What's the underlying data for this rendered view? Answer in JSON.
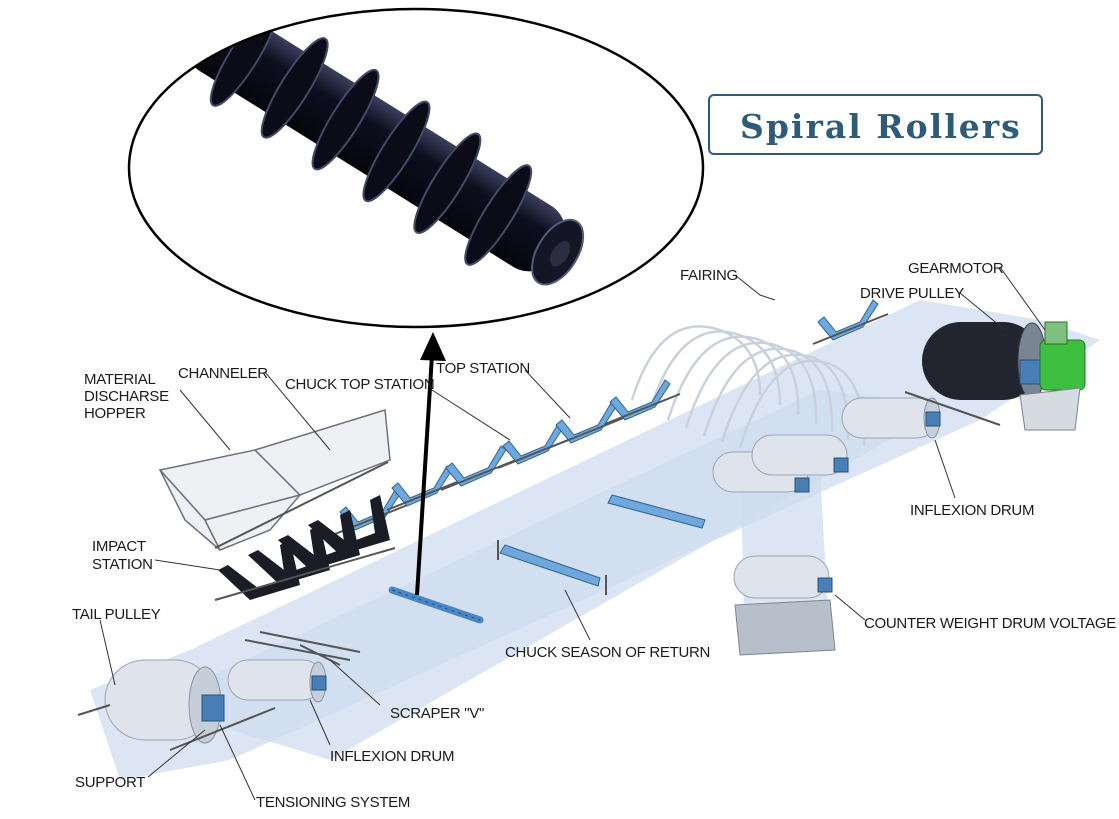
{
  "title": "Spiral Rollers",
  "labels": {
    "material_discharge_hopper": [
      "MATERIAL",
      "DISCHARSE",
      "HOPPER"
    ],
    "channeler": "CHANNELER",
    "chuck_top_station": "CHUCK TOP STATION",
    "top_station": "TOP STATION",
    "fairing": "FAIRING",
    "gearmotor": "GEARMOTOR",
    "drive_pulley": "DRIVE PULLEY",
    "inflexion_drum_right": "INFLEXION DRUM",
    "impact_station": [
      "IMPACT",
      "STATION"
    ],
    "tail_pulley": "TAIL PULLEY",
    "chuck_season_of_return": "CHUCK SEASON OF RETURN",
    "counter_weight_drum": "COUNTER WEIGHT DRUM VOLTAGE",
    "scraper_v": "SCRAPER \"V\"",
    "inflexion_drum_left": "INFLEXION DRUM",
    "support": "SUPPORT",
    "tensioning_system": "TENSIONING SYSTEM"
  },
  "colors": {
    "title": "#2e5b78",
    "belt": "#cfdcef",
    "idler": "#6fa8dc",
    "gearmotor": "#3fbf3f",
    "roller": "#0d0f1f"
  }
}
